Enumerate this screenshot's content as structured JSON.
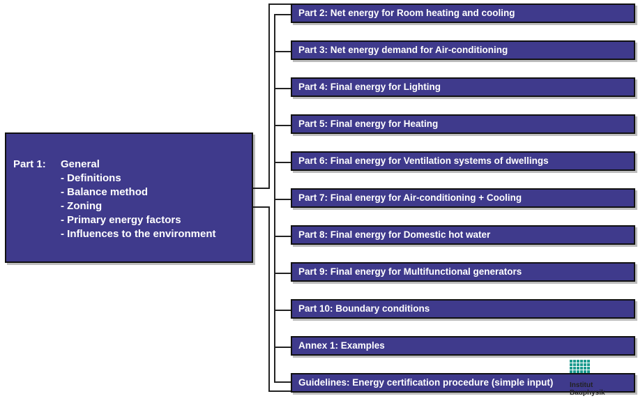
{
  "main_box": {
    "part_label": "Part 1:",
    "lines": [
      "General",
      "- Definitions",
      "- Balance method",
      "- Zoning",
      "- Primary energy factors",
      "- Influences to the environment"
    ]
  },
  "parts": [
    "Part 2: Net energy for Room heating and cooling",
    "Part 3: Net energy demand for Air-conditioning",
    "Part 4: Final energy for Lighting",
    "Part 5: Final energy for Heating",
    "Part 6: Final energy for Ventilation systems of dwellings",
    "Part 7: Final energy for Air-conditioning + Cooling",
    "Part 8: Final energy for Domestic hot water",
    "Part 9: Final energy for Multifunctional generators",
    "Part 10: Boundary conditions",
    "Annex 1: Examples",
    "Guidelines: Energy certification procedure (simple input)"
  ],
  "logo": {
    "line1": "Institut",
    "line2": "Bauphysik"
  },
  "colors": {
    "box_fill": "#3f3a8c",
    "box_border": "#111111",
    "text": "#ffffff",
    "logo": "#1e9b8f"
  }
}
